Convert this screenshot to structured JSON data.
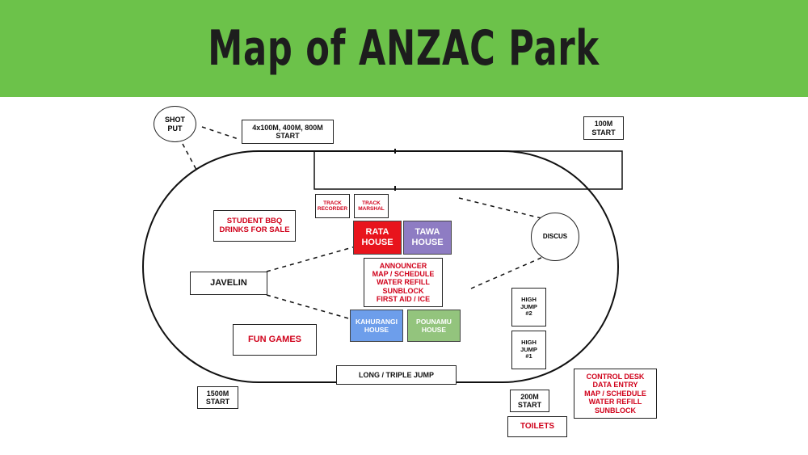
{
  "header": {
    "title": "Map of ANZAC Park",
    "bg_color": "#6cc24a"
  },
  "colors": {
    "red_text": "#d0021b",
    "rata": "#e8141c",
    "tawa": "#8e7cc3",
    "kahurangi": "#6d9eeb",
    "pounamu": "#93c47d"
  },
  "labels": {
    "shot_put": "SHOT\nPUT",
    "relay_start": "4x100M, 400M, 800M\nSTART",
    "start_100m": "100M\nSTART",
    "track_recorder": "TRACK\nRECORDER",
    "track_marshal": "TRACK\nMARSHAL",
    "student_bbq": "STUDENT BBQ\nDRINKS FOR SALE",
    "rata_house": "RATA\nHOUSE",
    "tawa_house": "TAWA\nHOUSE",
    "discus": "DISCUS",
    "javelin": "JAVELIN",
    "announcer": "ANNOUNCER\nMAP / SCHEDULE\nWATER REFILL\nSUNBLOCK\nFIRST AID / ICE",
    "kahurangi_house": "KAHURANGI\nHOUSE",
    "pounamu_house": "POUNAMU\nHOUSE",
    "high_jump_2": "HIGH\nJUMP\n#2",
    "high_jump_1": "HIGH\nJUMP\n#1",
    "fun_games": "FUN GAMES",
    "long_triple_jump": "LONG / TRIPLE JUMP",
    "control_desk": "CONTROL DESK\nDATA ENTRY\nMAP / SCHEDULE\nWATER REFILL\nSUNBLOCK",
    "start_1500m": "1500M\nSTART",
    "start_200m": "200M\nSTART",
    "toilets": "TOILETS"
  }
}
